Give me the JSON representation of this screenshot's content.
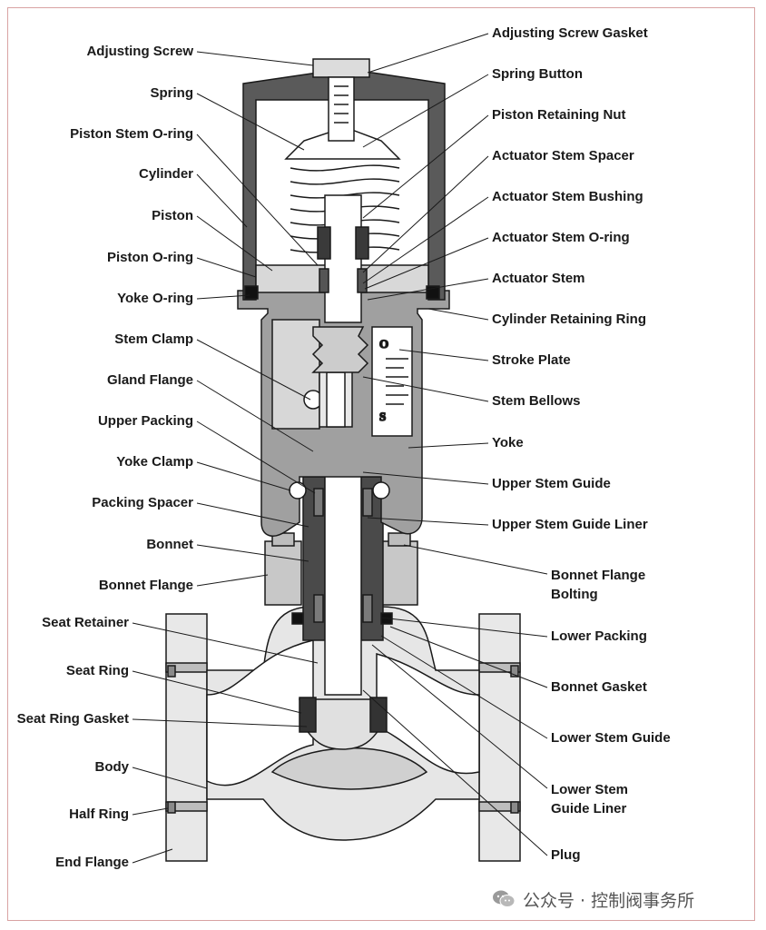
{
  "left_labels": [
    "Adjusting Screw",
    "Spring",
    "Piston Stem O-ring",
    "Cylinder",
    "Piston",
    "Piston O-ring",
    "Yoke O-ring",
    "Stem Clamp",
    "Gland Flange",
    "Upper Packing",
    "Yoke Clamp",
    "Packing Spacer",
    "Bonnet",
    "Bonnet Flange",
    "Seat Retainer",
    "Seat Ring",
    "Seat Ring Gasket",
    "Body",
    "Half Ring",
    "End Flange"
  ],
  "right_labels": [
    "Adjusting Screw Gasket",
    "Spring Button",
    "Piston Retaining Nut",
    "Actuator Stem Spacer",
    "Actuator Stem Bushing",
    "Actuator Stem O-ring",
    "Actuator Stem",
    "Cylinder Retaining Ring",
    "Stroke Plate",
    "Stem Bellows",
    "Yoke",
    "Upper Stem Guide",
    "Upper Stem Guide Liner",
    "Bonnet Flange Bolting",
    "Lower Packing",
    "Bonnet Gasket",
    "Lower Stem Guide",
    "Lower Stem Guide Liner",
    "Plug"
  ],
  "right_labels_display": [
    [
      "Adjusting Screw Gasket"
    ],
    [
      "Spring Button"
    ],
    [
      "Piston Retaining Nut"
    ],
    [
      "Actuator Stem Spacer"
    ],
    [
      "Actuator Stem Bushing"
    ],
    [
      "Actuator Stem O-ring"
    ],
    [
      "Actuator Stem"
    ],
    [
      "Cylinder Retaining Ring"
    ],
    [
      "Stroke Plate"
    ],
    [
      "Stem Bellows"
    ],
    [
      "Yoke"
    ],
    [
      "Upper Stem Guide"
    ],
    [
      "Upper Stem Guide Liner"
    ],
    [
      "Bonnet Flange",
      "Bolting"
    ],
    [
      "Lower Packing"
    ],
    [
      "Bonnet Gasket"
    ],
    [
      "Lower Stem Guide"
    ],
    [
      "Lower Stem",
      "Guide Liner"
    ],
    [
      "Plug"
    ]
  ],
  "stroke_plate_marks": {
    "top": "O",
    "bottom": "S"
  },
  "watermark": {
    "text": "公众号 · 控制阀事务所",
    "icon": "wechat-icon"
  },
  "colors": {
    "dark_gray": "#5a5a5a",
    "mid_gray": "#9a9a9a",
    "light_gray": "#cfcfcf",
    "frame": "#d9a3a3"
  }
}
